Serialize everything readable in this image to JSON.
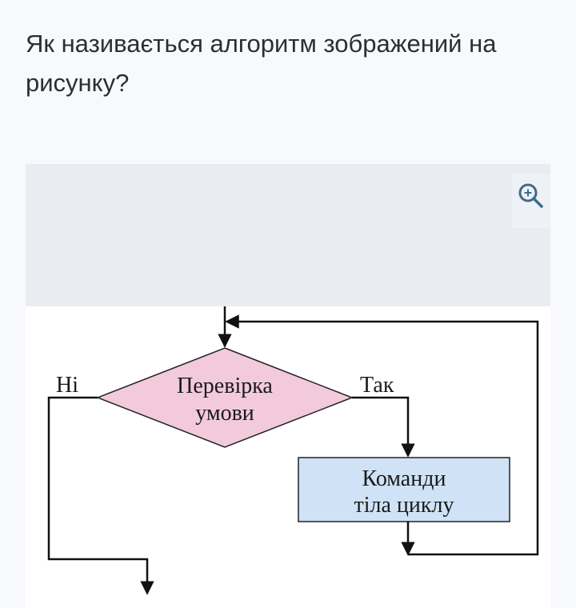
{
  "question": {
    "line1": "Як називається алгоритм зображений на",
    "line2": "рисунку?"
  },
  "toolbar": {
    "zoom_icon": "zoom-in-icon"
  },
  "diagram": {
    "condition_line1": "Перевірка",
    "condition_line2": "умови",
    "yes_label": "Так",
    "no_label": "Ні",
    "body_line1": "Команди",
    "body_line2": "тіла циклу"
  },
  "colors": {
    "page_background": "#f7f9fd",
    "image_placeholder": "#e9edf1",
    "diamond_fill": "#f2cadb",
    "process_fill": "#cfe2f6",
    "icon_color": "#3f6b8a",
    "text": "#2b2e33"
  }
}
